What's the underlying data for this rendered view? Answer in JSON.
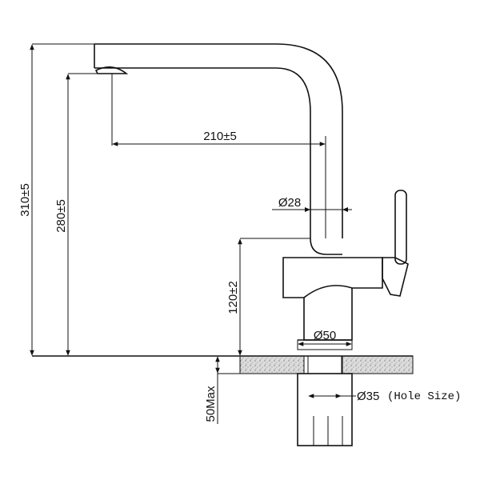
{
  "dimensions": {
    "total_height": "310±5",
    "spout_height": "280±5",
    "reach": "210±5",
    "tube_diameter": "Ø28",
    "lever_height": "120±2",
    "base_diameter": "Ø50",
    "hole_diameter": "Ø35",
    "hole_note": "(Hole Size)",
    "max_deck": "50Max"
  },
  "colors": {
    "ink": "#111111",
    "countertop": "#d9d9d9"
  }
}
